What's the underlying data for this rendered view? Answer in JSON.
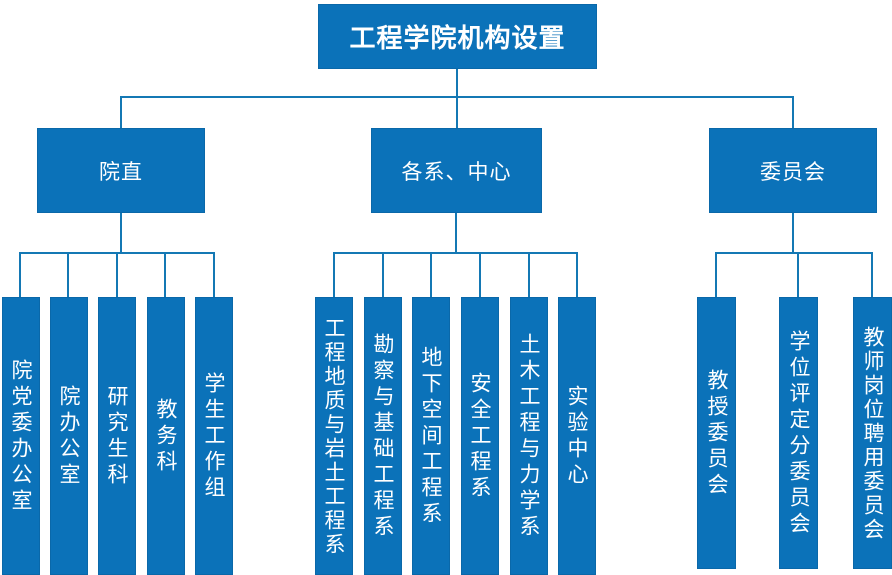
{
  "title": "工程学院机构设置",
  "colors": {
    "box_fill": "#0b72b9",
    "box_border": "#0a68a9",
    "connector_line": "#1478b4",
    "text": "#ffffff",
    "background": "#ffffff"
  },
  "org_chart": {
    "type": "org-chart",
    "root": "工程学院机构设置",
    "branches": [
      {
        "label": "院直",
        "children": [
          "院党委办公室",
          "院办公室",
          "研究生科",
          "教务科",
          "学生工作组"
        ]
      },
      {
        "label": "各系、中心",
        "children": [
          "工程地质与岩土工程系",
          "勘察与基础工程系",
          "地下空间工程系",
          "安全工程系",
          "土木工程与力学系",
          "实验中心"
        ]
      },
      {
        "label": "委员会",
        "children": [
          "教授委员会",
          "学位评定分委员会",
          "教师岗位聘用委员会"
        ]
      }
    ]
  }
}
